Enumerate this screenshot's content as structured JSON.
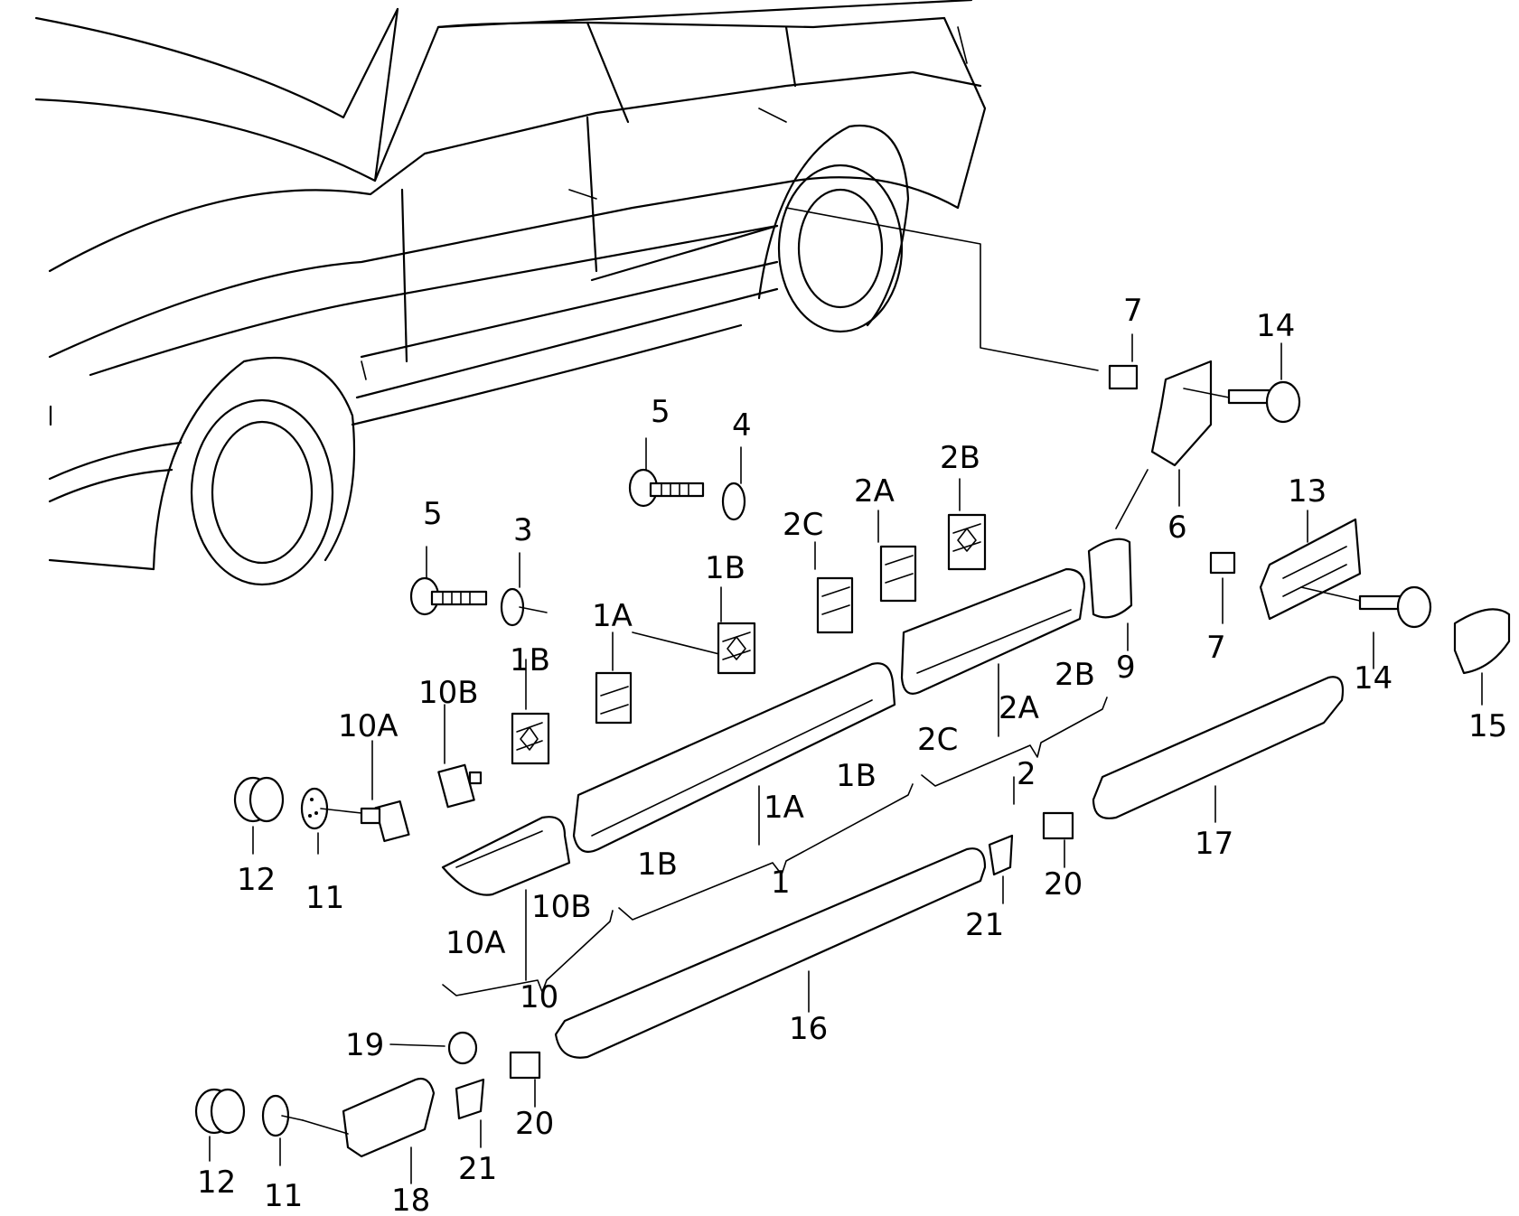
{
  "diagram": {
    "colors": {
      "ink": "#000000",
      "paper": "#ffffff"
    },
    "callouts": {
      "c1": "1",
      "c1A_a": "1A",
      "c1A_b": "1A",
      "c1B_a": "1B",
      "c1B_b": "1B",
      "c1B_c": "1B",
      "c1B_d": "1B",
      "c2": "2",
      "c2A_a": "2A",
      "c2A_b": "2A",
      "c2B_a": "2B",
      "c2B_b": "2B",
      "c2C_a": "2C",
      "c2C_b": "2C",
      "c3": "3",
      "c4": "4",
      "c5_a": "5",
      "c5_b": "5",
      "c6": "6",
      "c7_a": "7",
      "c7_b": "7",
      "c9": "9",
      "c10": "10",
      "c10A_a": "10A",
      "c10A_b": "10A",
      "c10B_a": "10B",
      "c10B_b": "10B",
      "c11_a": "11",
      "c11_b": "11",
      "c12_a": "12",
      "c12_b": "12",
      "c13": "13",
      "c14_a": "14",
      "c14_b": "14",
      "c15": "15",
      "c16": "16",
      "c17": "17",
      "c18": "18",
      "c19": "19",
      "c20_a": "20",
      "c20_b": "20",
      "c21_a": "21",
      "c21_b": "21"
    }
  }
}
